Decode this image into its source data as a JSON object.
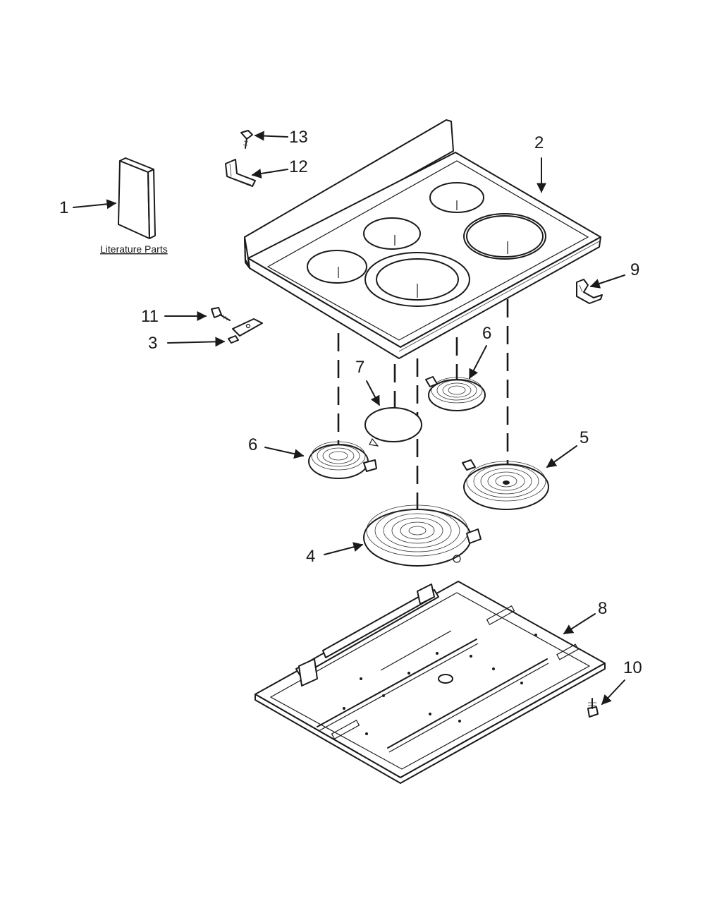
{
  "callouts": {
    "c1": "1",
    "c2": "2",
    "c3": "3",
    "c4": "4",
    "c5": "5",
    "c6a": "6",
    "c6b": "6",
    "c7": "7",
    "c8": "8",
    "c9": "9",
    "c10": "10",
    "c11": "11",
    "c12": "12",
    "c13": "13"
  },
  "literature_label": "Literature Parts",
  "colors": {
    "line": "#1a1a1a",
    "background": "#ffffff"
  }
}
